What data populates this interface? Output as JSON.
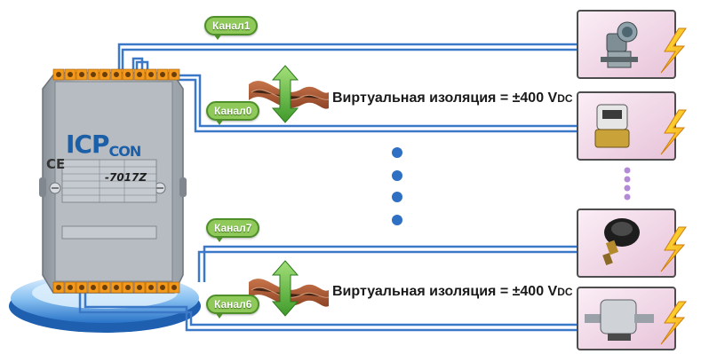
{
  "channels": {
    "ch1": "Канал1",
    "ch0": "Канал0",
    "ch7": "Канал7",
    "ch6": "Канал6"
  },
  "isolation": {
    "text": "Виртуальная изоляция = ±400 V",
    "unit": "DC"
  },
  "module": {
    "brand": "ICP",
    "brand_sub": "CON",
    "model": "-7017Z",
    "ce_mark": "CE"
  },
  "colors": {
    "wire": "#3c78c8",
    "label_green": "#8fc95a",
    "terminal_orange": "#f39a1c",
    "panel_pink": "#f3dcea",
    "dot_blue": "#2f6fc4",
    "dot_violet": "#b38ad6"
  }
}
